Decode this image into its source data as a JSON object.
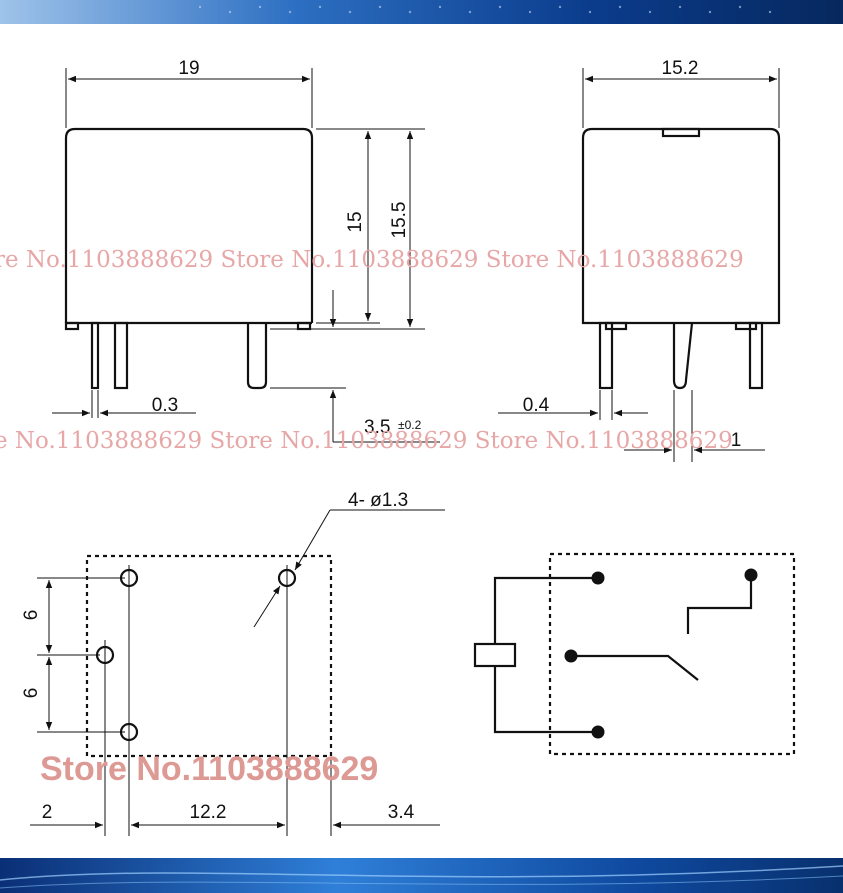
{
  "dimensions": {
    "body_width": "19",
    "side_width": "15.2",
    "height_15": "15",
    "height_15_5": "15.5",
    "pin_thickness": "0.3",
    "pin_length_value": "3.5",
    "pin_length_tol": "±0.2",
    "side_pin_thickness": "0.4",
    "side_pin_offset": "1",
    "holes": "4- ø1.3",
    "pitch_top": "6",
    "pitch_bottom": "6",
    "left_margin": "2",
    "center_span": "12.2",
    "right_margin": "3.4"
  },
  "watermark": {
    "row1": "re No.1103888629 Store No.1103888629 Store No.1103888629",
    "row2": "e No.1103888629 Store No.1103888629 Store No.1103888629",
    "store": "Store No.1103888629"
  },
  "colors": {
    "line": "#111111",
    "watermark": "#e7a7a7",
    "banner_dark": "#0a2a6a",
    "banner_light": "#3f8fe0"
  }
}
